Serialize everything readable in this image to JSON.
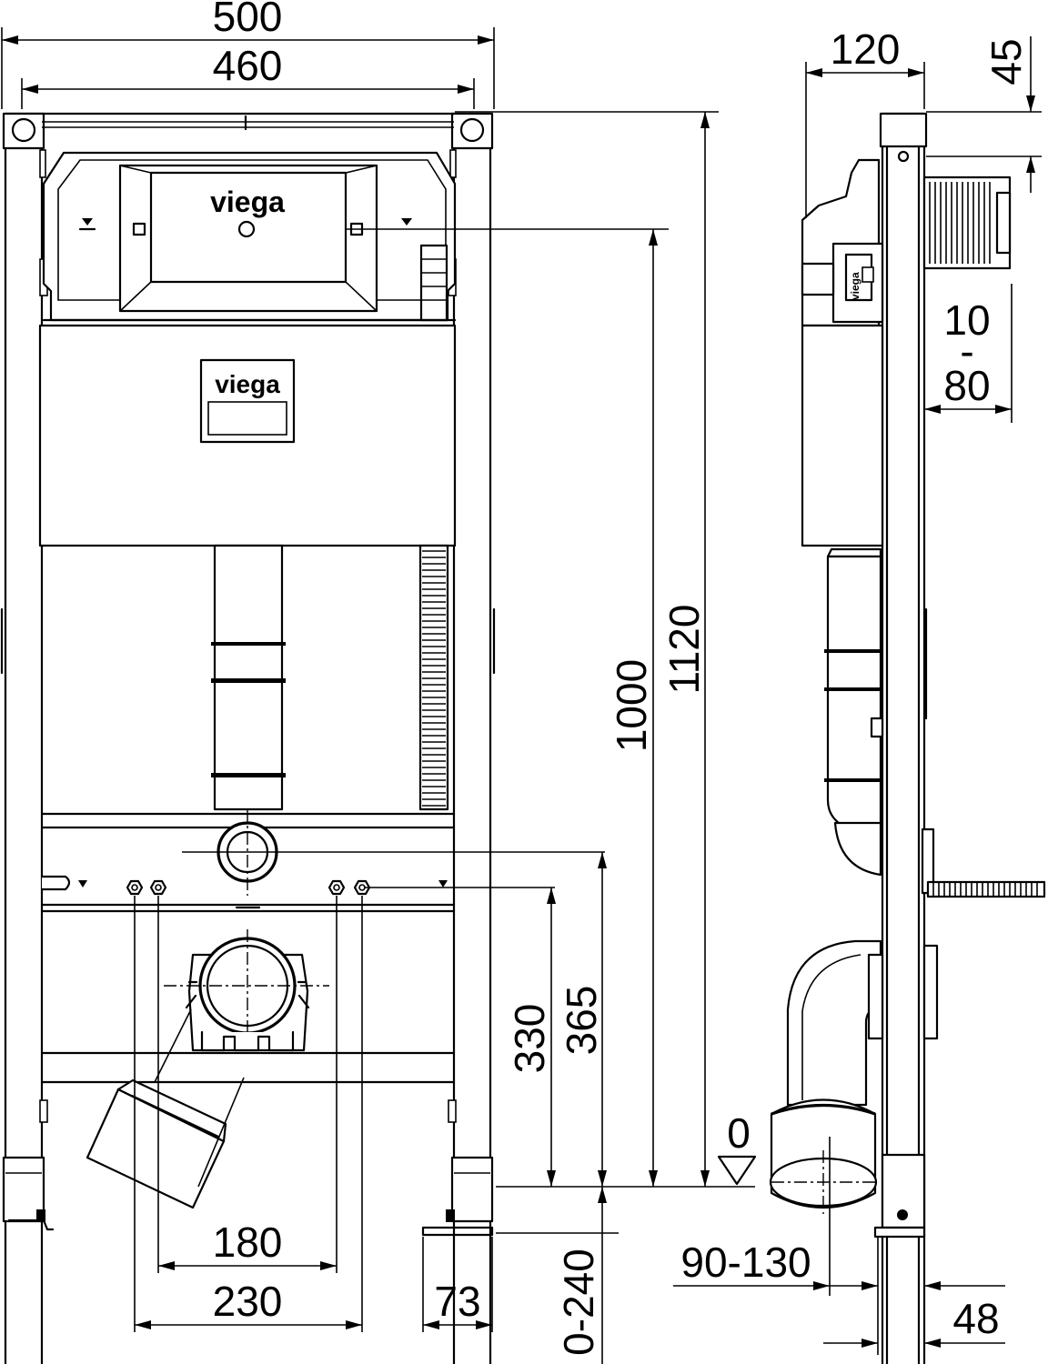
{
  "brand": {
    "logo_top": "viega",
    "logo_panel": "viega",
    "logo_side": "viega"
  },
  "front_view": {
    "width_total": "500",
    "width_inner": "460",
    "height_frame": "1120",
    "height_actuator": "1000",
    "height_drain": "365",
    "height_bolts": "330",
    "bolt_spacing_inner": "180",
    "bolt_spacing_outer": "230",
    "foot_width": "73",
    "foot_adjust": "0-240",
    "floor_level": "0"
  },
  "side_view": {
    "depth": "120",
    "top_offset": "45",
    "wall_adjust_top": "10",
    "wall_adjust_sep": "-",
    "wall_adjust_bottom": "80",
    "drain_offset": "90-130",
    "foot_depth": "48"
  }
}
